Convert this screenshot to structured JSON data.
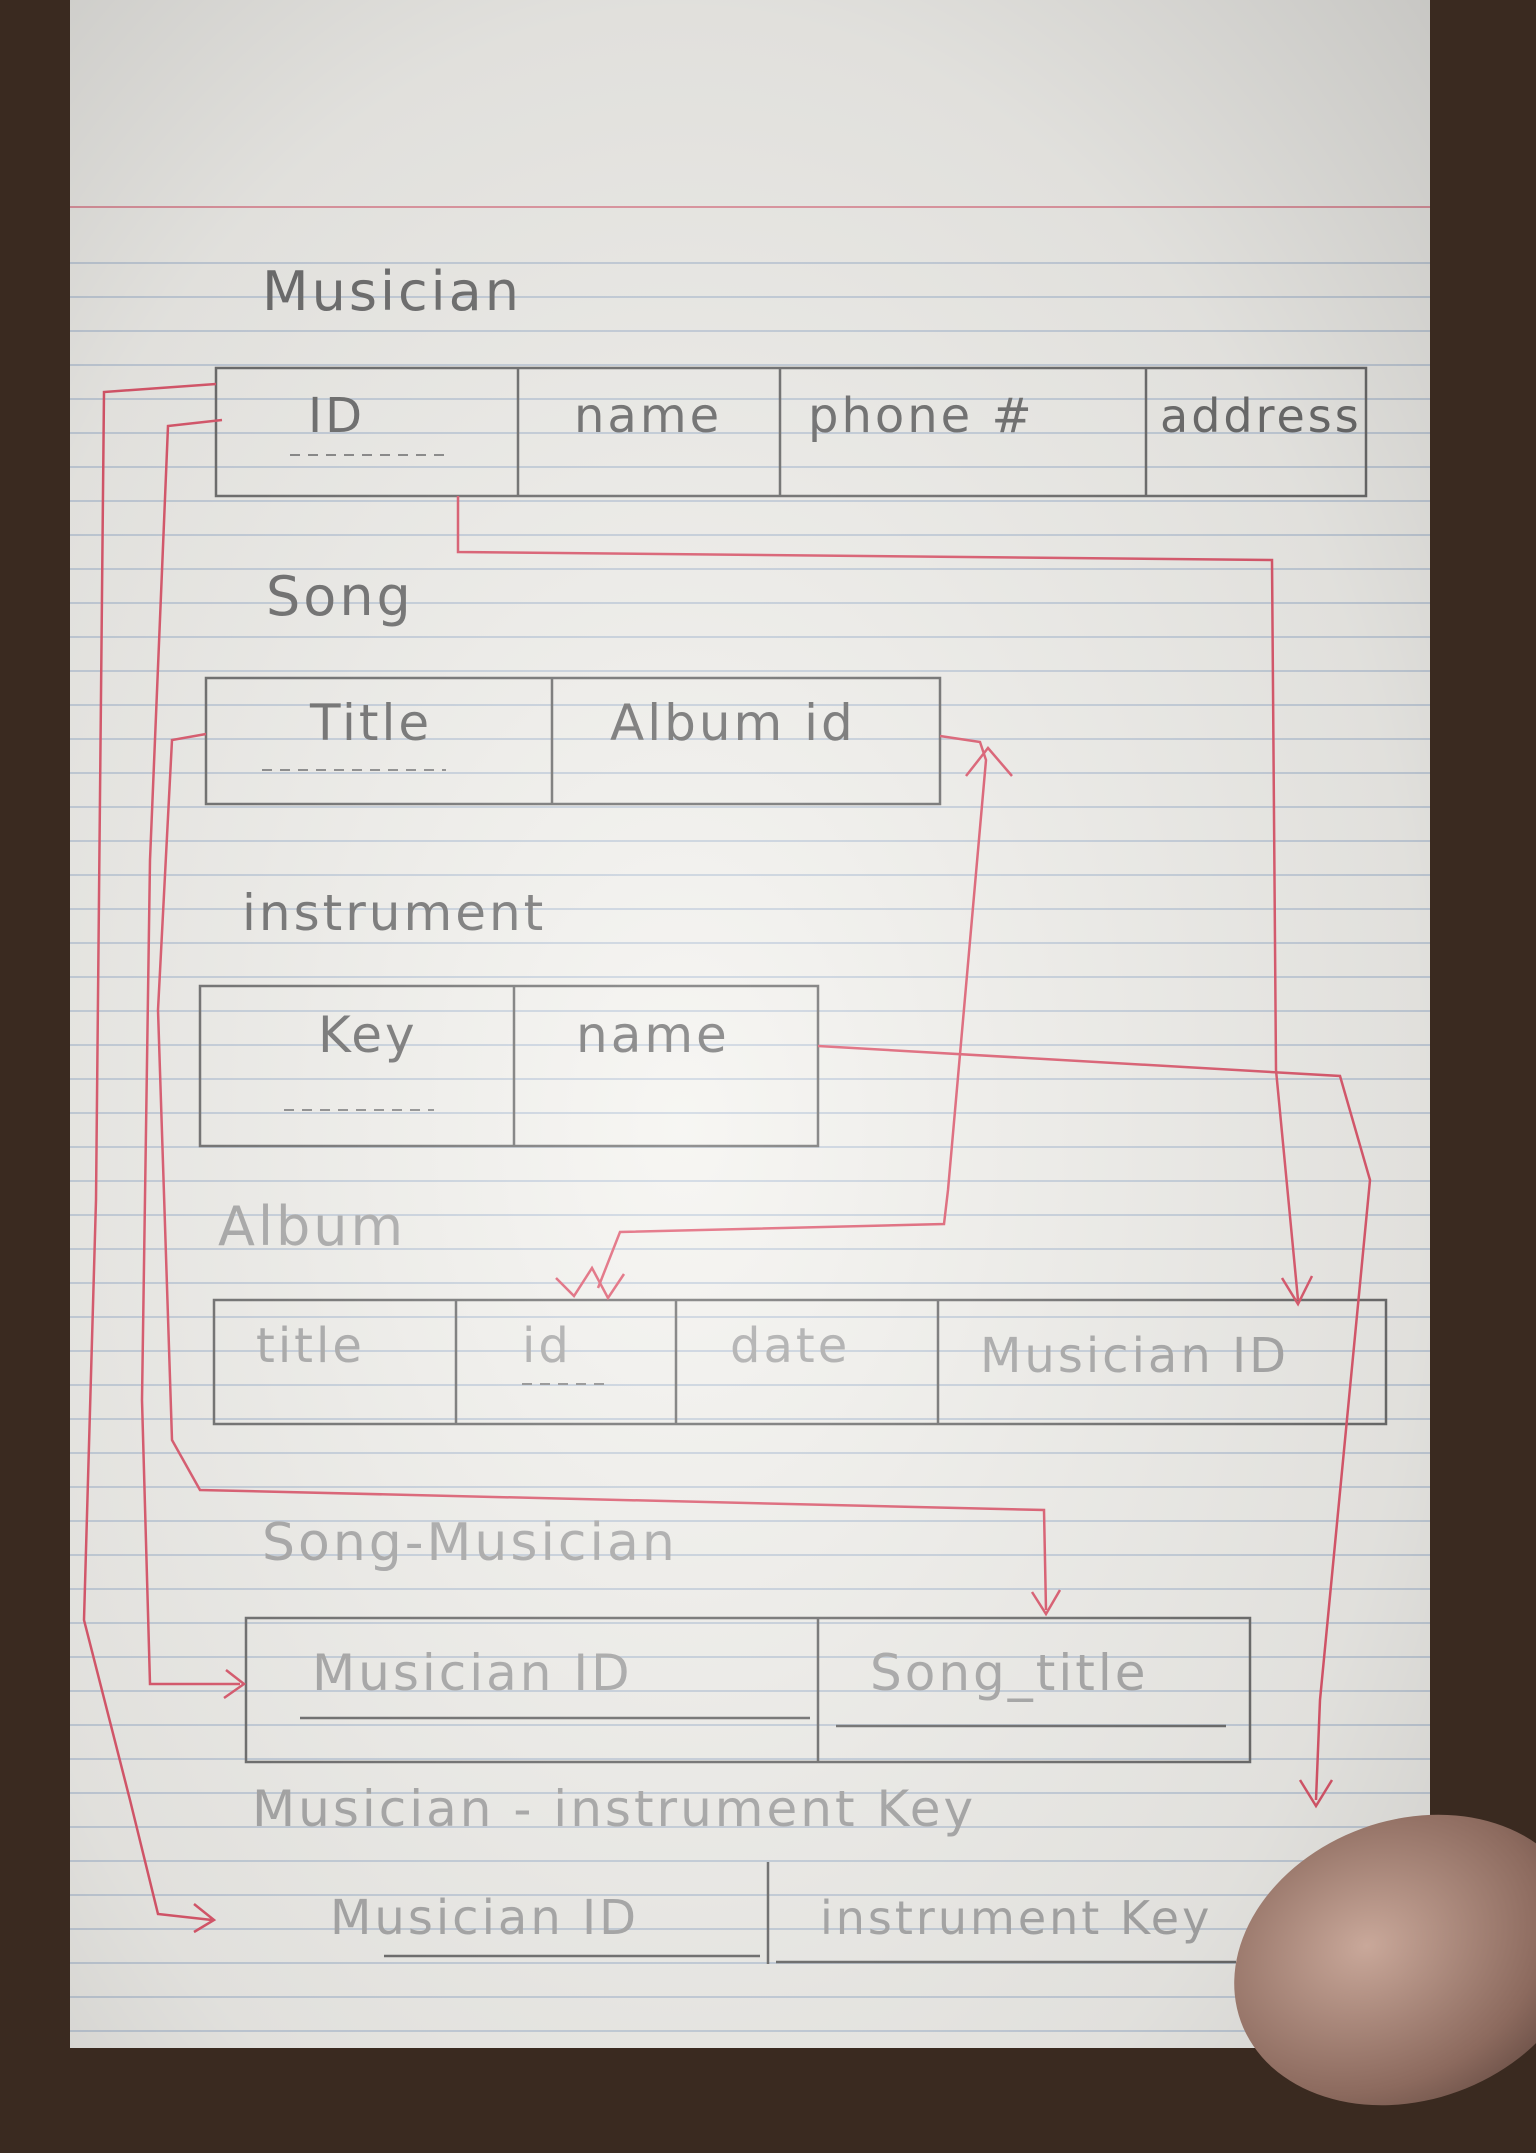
{
  "tables": [
    {
      "name": "Musician",
      "columns": [
        "ID",
        "name",
        "phone #",
        "address"
      ],
      "primary_key": "ID"
    },
    {
      "name": "Song",
      "columns": [
        "Title",
        "Album id"
      ],
      "primary_key": "Title"
    },
    {
      "name": "instrument",
      "columns": [
        "Key",
        "name"
      ],
      "primary_key": "Key"
    },
    {
      "name": "Album",
      "columns": [
        "title",
        "id",
        "date",
        "Musician ID"
      ],
      "primary_key": "id"
    },
    {
      "name": "Song-Musician",
      "columns": [
        "Musician ID",
        "Song_title"
      ]
    },
    {
      "name": "Musician - instrument Key",
      "columns": [
        "Musician ID",
        "instrument Key"
      ]
    }
  ],
  "relationships": [
    {
      "from": "Musician.ID",
      "to": "Album.Musician ID"
    },
    {
      "from": "Song.Album id",
      "to": "Album.id"
    },
    {
      "from": "Musician.ID",
      "to": "Song-Musician.Musician ID"
    },
    {
      "from": "Musician.ID",
      "to": "Musician - instrument Key.Musician ID"
    },
    {
      "from": "Song.Title",
      "to": "Song-Musician.Song_title"
    },
    {
      "from": "instrument.name",
      "to": "Musician - instrument Key.instrument Key"
    }
  ],
  "colors": {
    "paper": "#f4f3ef",
    "ink_pencil": "#6f6f6f",
    "ink_red": "#e0596e",
    "rule_line": "#c9d3df",
    "margin_line": "#e59aa5"
  }
}
